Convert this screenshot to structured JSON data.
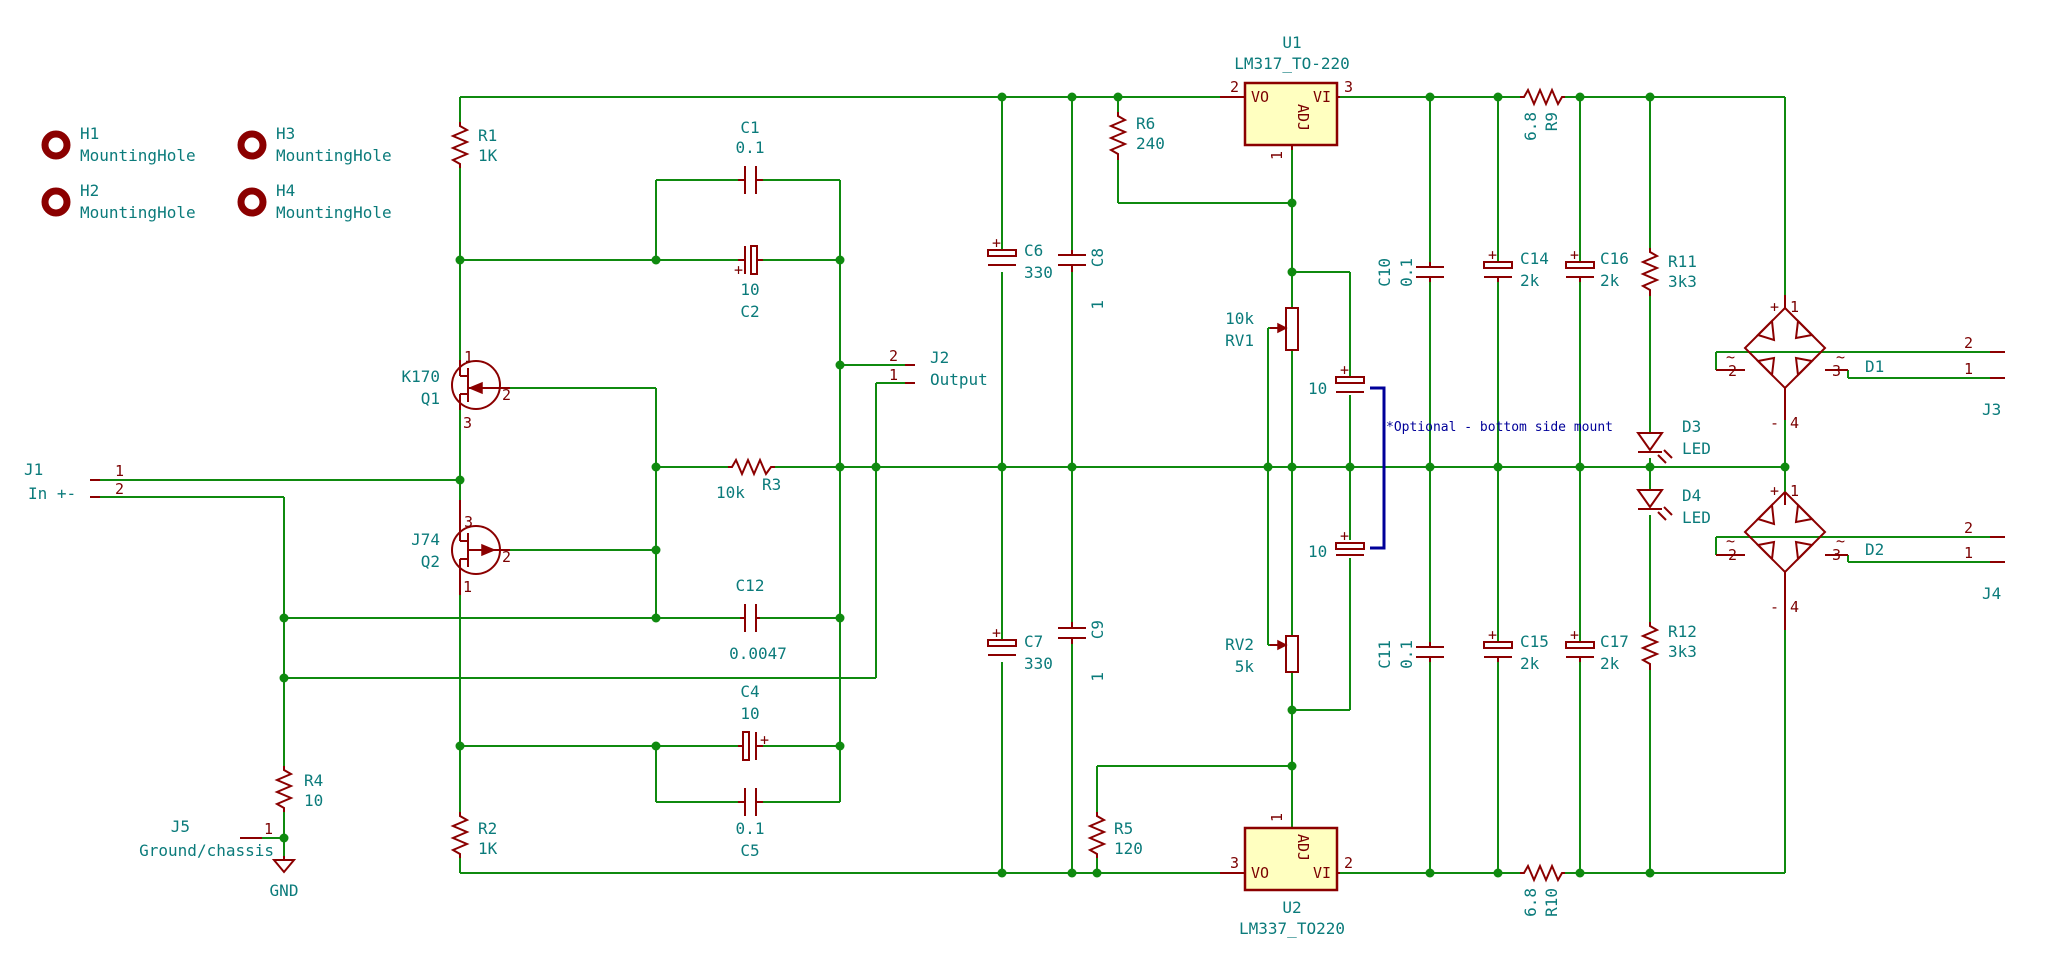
{
  "mounting_holes": [
    {
      "ref": "H1",
      "value": "MountingHole"
    },
    {
      "ref": "H2",
      "value": "MountingHole"
    },
    {
      "ref": "H3",
      "value": "MountingHole"
    },
    {
      "ref": "H4",
      "value": "MountingHole"
    }
  ],
  "R1": {
    "ref": "R1",
    "value": "1K"
  },
  "R2": {
    "ref": "R2",
    "value": "1K"
  },
  "R3": {
    "ref": "R3",
    "value": "10k"
  },
  "R4": {
    "ref": "R4",
    "value": "10"
  },
  "R5": {
    "ref": "R5",
    "value": "120"
  },
  "R6": {
    "ref": "R6",
    "value": "240"
  },
  "R9": {
    "ref": "R9",
    "value": "6.8"
  },
  "R10": {
    "ref": "R10",
    "value": "6.8"
  },
  "R11": {
    "ref": "R11",
    "value": "3k3"
  },
  "R12": {
    "ref": "R12",
    "value": "3k3"
  },
  "C1": {
    "ref": "C1",
    "value": "0.1"
  },
  "C2": {
    "ref": "C2",
    "value": "10"
  },
  "C4": {
    "ref": "C4",
    "value": "10"
  },
  "C5": {
    "ref": "C5",
    "value": "0.1"
  },
  "C6": {
    "ref": "C6",
    "value": "330"
  },
  "C7": {
    "ref": "C7",
    "value": "330"
  },
  "C8": {
    "ref": "C8",
    "value": "1"
  },
  "C9": {
    "ref": "C9",
    "value": "1"
  },
  "C10": {
    "ref": "C10",
    "value": "0.1"
  },
  "C11": {
    "ref": "C11",
    "value": "0.1"
  },
  "C12": {
    "ref": "C12",
    "value": "0.0047"
  },
  "C14": {
    "ref": "C14",
    "value": "2k"
  },
  "C15": {
    "ref": "C15",
    "value": "2k"
  },
  "C16": {
    "ref": "C16",
    "value": "2k"
  },
  "C17": {
    "ref": "C17",
    "value": "2k"
  },
  "Cx1": {
    "value": "10"
  },
  "Cx2": {
    "value": "10"
  },
  "Q1": {
    "ref": "Q1",
    "value": "K170"
  },
  "Q2": {
    "ref": "Q2",
    "value": "J74"
  },
  "U1": {
    "ref": "U1",
    "value": "LM317_TO-220",
    "vo": "VO",
    "vi": "VI",
    "adj": "ADJ"
  },
  "U2": {
    "ref": "U2",
    "value": "LM337_TO220",
    "vo": "VO",
    "vi": "VI",
    "adj": "ADJ"
  },
  "RV1": {
    "ref": "RV1",
    "value": "10k"
  },
  "RV2": {
    "ref": "RV2",
    "value": "5k"
  },
  "D1": {
    "ref": "D1"
  },
  "D2": {
    "ref": "D2"
  },
  "D3": {
    "ref": "D3",
    "value": "LED"
  },
  "D4": {
    "ref": "D4",
    "value": "LED"
  },
  "J1": {
    "ref": "J1",
    "value": "In +-"
  },
  "J2": {
    "ref": "J2",
    "value": "Output"
  },
  "J3": {
    "ref": "J3"
  },
  "J4": {
    "ref": "J4"
  },
  "J5": {
    "ref": "J5",
    "value": "Ground/chassis"
  },
  "gnd": "GND",
  "note": "*Optional - bottom side mount",
  "pins": {
    "p1": "1",
    "p2": "2",
    "p3": "3",
    "p4": "4",
    "plus": "+",
    "minus": "-",
    "tilde": "~"
  }
}
